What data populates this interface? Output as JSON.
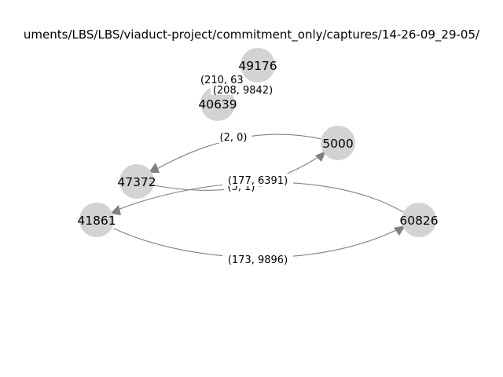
{
  "title": "uments/LBS/LBS/viaduct-project/commitment_only/captures/14-26-09_29-05/",
  "colors": {
    "node": "#d3d3d3",
    "edge": "#808080",
    "background": "#ffffff"
  },
  "nodes": [
    {
      "id": "49176",
      "label": "49176"
    },
    {
      "id": "40639",
      "label": "40639"
    },
    {
      "id": "5000",
      "label": "5000"
    },
    {
      "id": "47372",
      "label": "47372"
    },
    {
      "id": "41861",
      "label": "41861"
    },
    {
      "id": "60826",
      "label": "60826"
    }
  ],
  "edges": [
    {
      "from": "49176",
      "to": "40639",
      "label": "(210, 63"
    },
    {
      "from": "40639",
      "to": "49176",
      "label": "(208, 9842)"
    },
    {
      "from": "5000",
      "to": "47372",
      "label": "(2, 0)"
    },
    {
      "from": "47372",
      "to": "60826",
      "label": "(177, 6391)"
    },
    {
      "from": "60826",
      "to": "41861",
      "label": "(177, 6391)"
    },
    {
      "from": "41861",
      "to": "5000",
      "label": "(5, 1)"
    },
    {
      "from": "41861",
      "to": "60826",
      "label": "(173, 9896)"
    }
  ]
}
